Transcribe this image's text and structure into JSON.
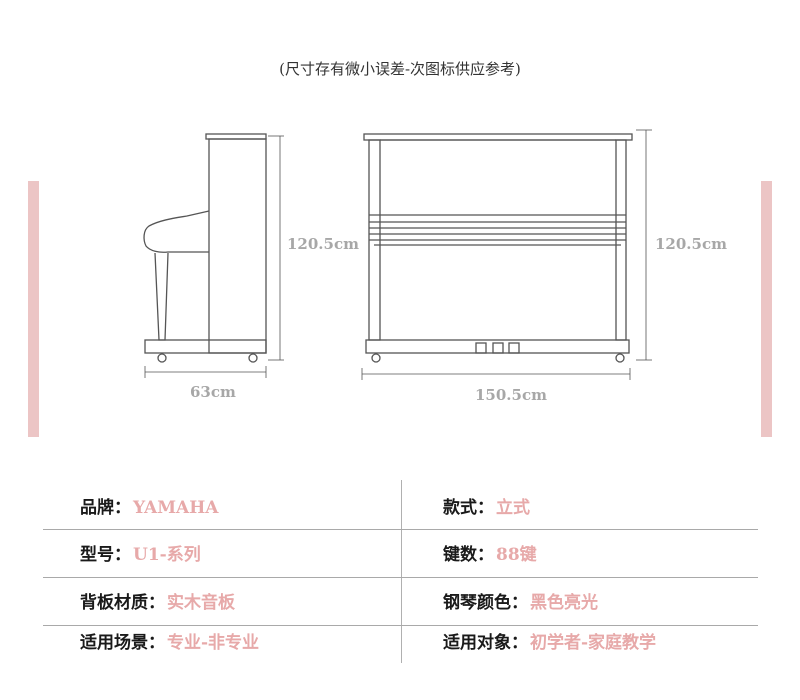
{
  "note": "(尺寸存有微小误差-次图标供应参考)",
  "dimensions": {
    "side_height": "120.5cm",
    "side_depth": "63cm",
    "front_height": "120.5cm",
    "front_width": "150.5cm"
  },
  "colors": {
    "accent_pink": "#e7a9a9",
    "side_bar": "#ecc5c5",
    "line": "#555555",
    "dim_text": "#a7a7a7"
  },
  "specs": {
    "brand": {
      "label": "品牌：",
      "value": "YAMAHA"
    },
    "style": {
      "label": "款式：",
      "value": "立式"
    },
    "model": {
      "label": "型号：",
      "value": "U1-系列"
    },
    "keys": {
      "label": "键数：",
      "value": "88键"
    },
    "backboard": {
      "label": "背板材质：",
      "value": "实木音板"
    },
    "color": {
      "label": "钢琴颜色：",
      "value": "黑色亮光"
    },
    "scene": {
      "label": "适用场景：",
      "value": "专业-非专业"
    },
    "audience": {
      "label": "适用对象：",
      "value": "初学者-家庭教学"
    }
  }
}
